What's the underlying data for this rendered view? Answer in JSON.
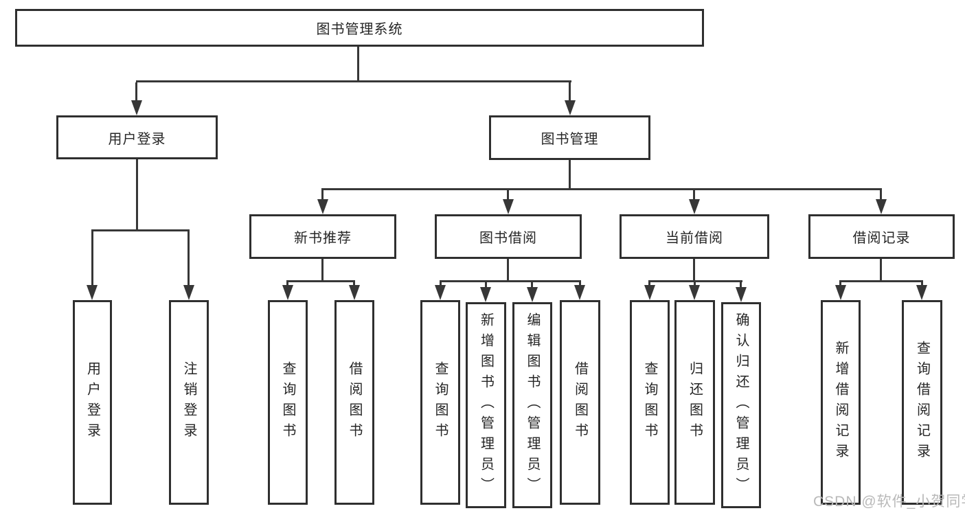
{
  "diagram": {
    "root": {
      "label": "图书管理系统"
    },
    "level2": {
      "user_login": {
        "label": "用户登录"
      },
      "book_management": {
        "label": "图书管理"
      }
    },
    "level3": {
      "new_book_recommend": {
        "label": "新书推荐"
      },
      "book_borrow": {
        "label": "图书借阅"
      },
      "current_borrow": {
        "label": "当前借阅"
      },
      "borrow_records": {
        "label": "借阅记录"
      }
    },
    "leaves": {
      "user_login_leaf": {
        "label": "用户登录"
      },
      "logout_login": {
        "label": "注销登录"
      },
      "query_book_recommend": {
        "label": "查询图书"
      },
      "borrow_book_recommend": {
        "label": "借阅图书"
      },
      "query_book_borrow": {
        "label": "查询图书"
      },
      "add_book_admin": {
        "label": "新增图书（管理员）"
      },
      "edit_book_admin": {
        "label": "编辑图书（管理员）"
      },
      "borrow_book_borrow": {
        "label": "借阅图书"
      },
      "query_book_current": {
        "label": "查询图书"
      },
      "return_book": {
        "label": "归还图书"
      },
      "confirm_return_admin": {
        "label": "确认归还（管理员）"
      },
      "add_borrow_record": {
        "label": "新增借阅记录"
      },
      "query_borrow_record": {
        "label": "查询借阅记录"
      }
    }
  },
  "watermark": {
    "text": "CSDN @软件_小贺同学"
  },
  "colors": {
    "line": "#373737",
    "border": "#2f2f2f",
    "text": "#262626",
    "watermark": "#b9b9b9",
    "background": "#ffffff"
  }
}
